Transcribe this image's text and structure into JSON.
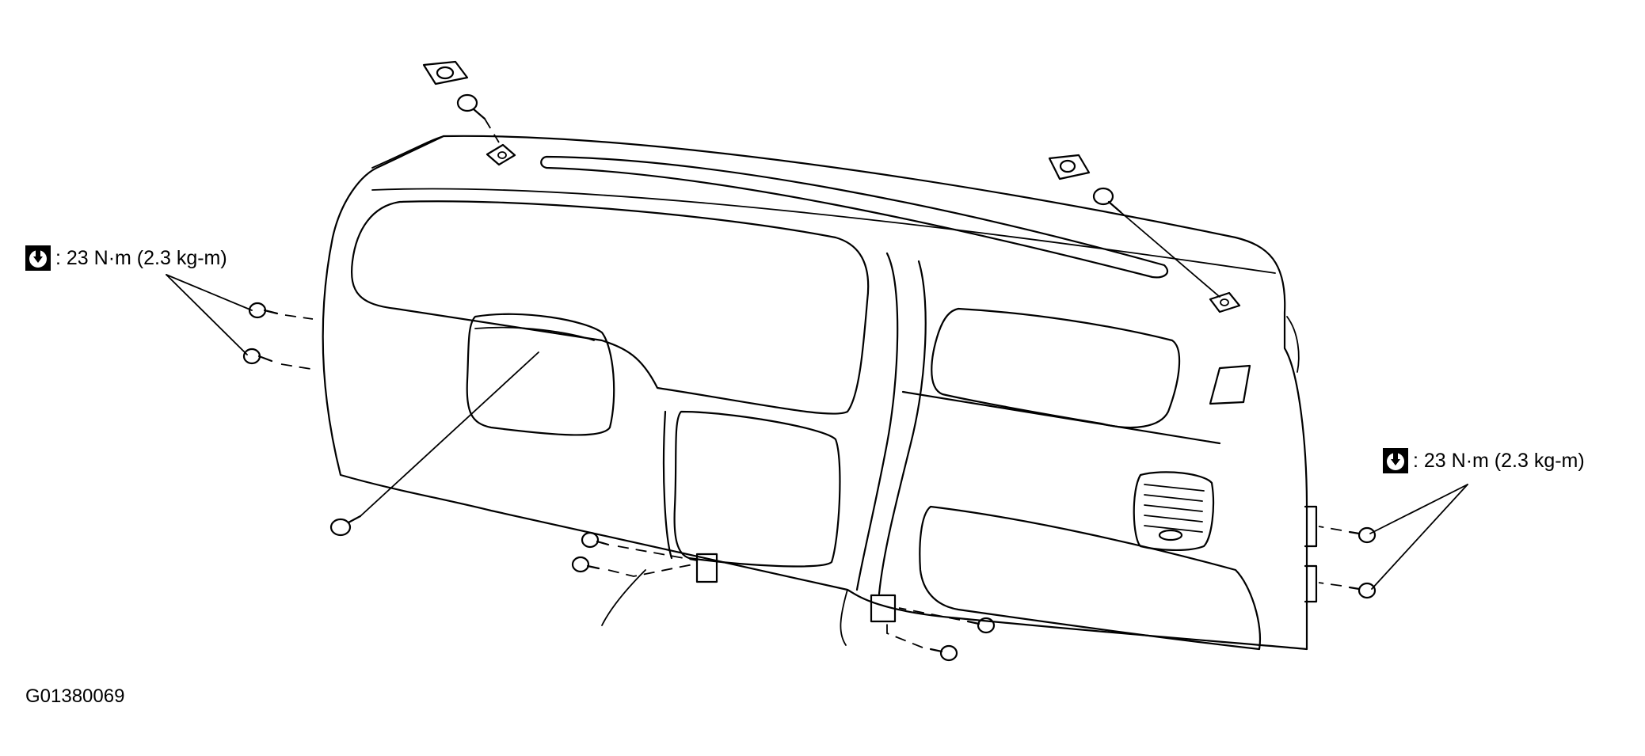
{
  "labels": {
    "torque_left": ": 23 N·m (2.3 kg-m)",
    "torque_right": ": 23 N·m (2.3 kg-m)",
    "figure_id": "G01380069"
  },
  "icons": {
    "torque": "torque-wrench-icon"
  }
}
